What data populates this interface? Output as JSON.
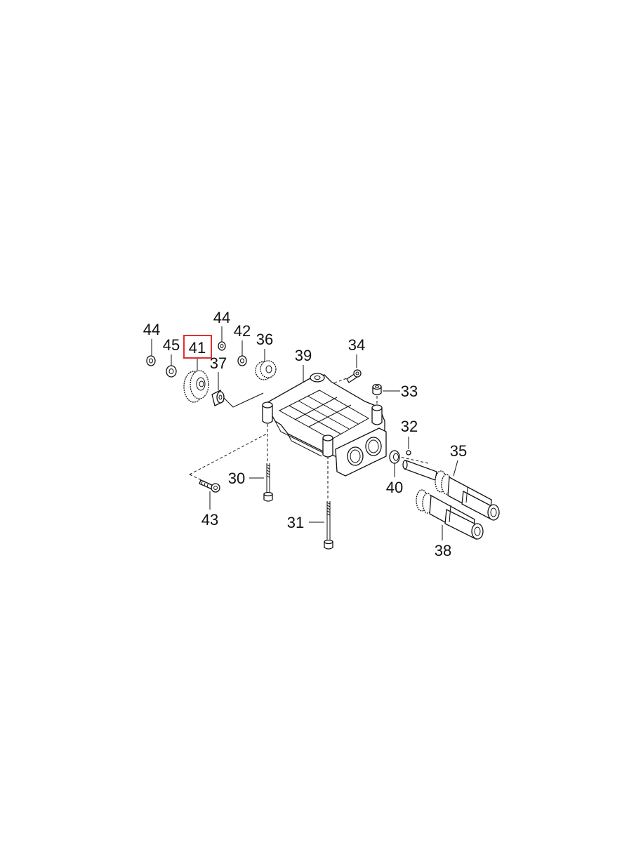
{
  "diagram": {
    "highlight_color": "#e03030",
    "line_color": "#111111",
    "highlighted_part": "41",
    "labels": [
      "44",
      "45",
      "41",
      "44",
      "42",
      "36",
      "37",
      "39",
      "34",
      "33",
      "32",
      "35",
      "40",
      "30",
      "43",
      "31",
      "38"
    ]
  }
}
